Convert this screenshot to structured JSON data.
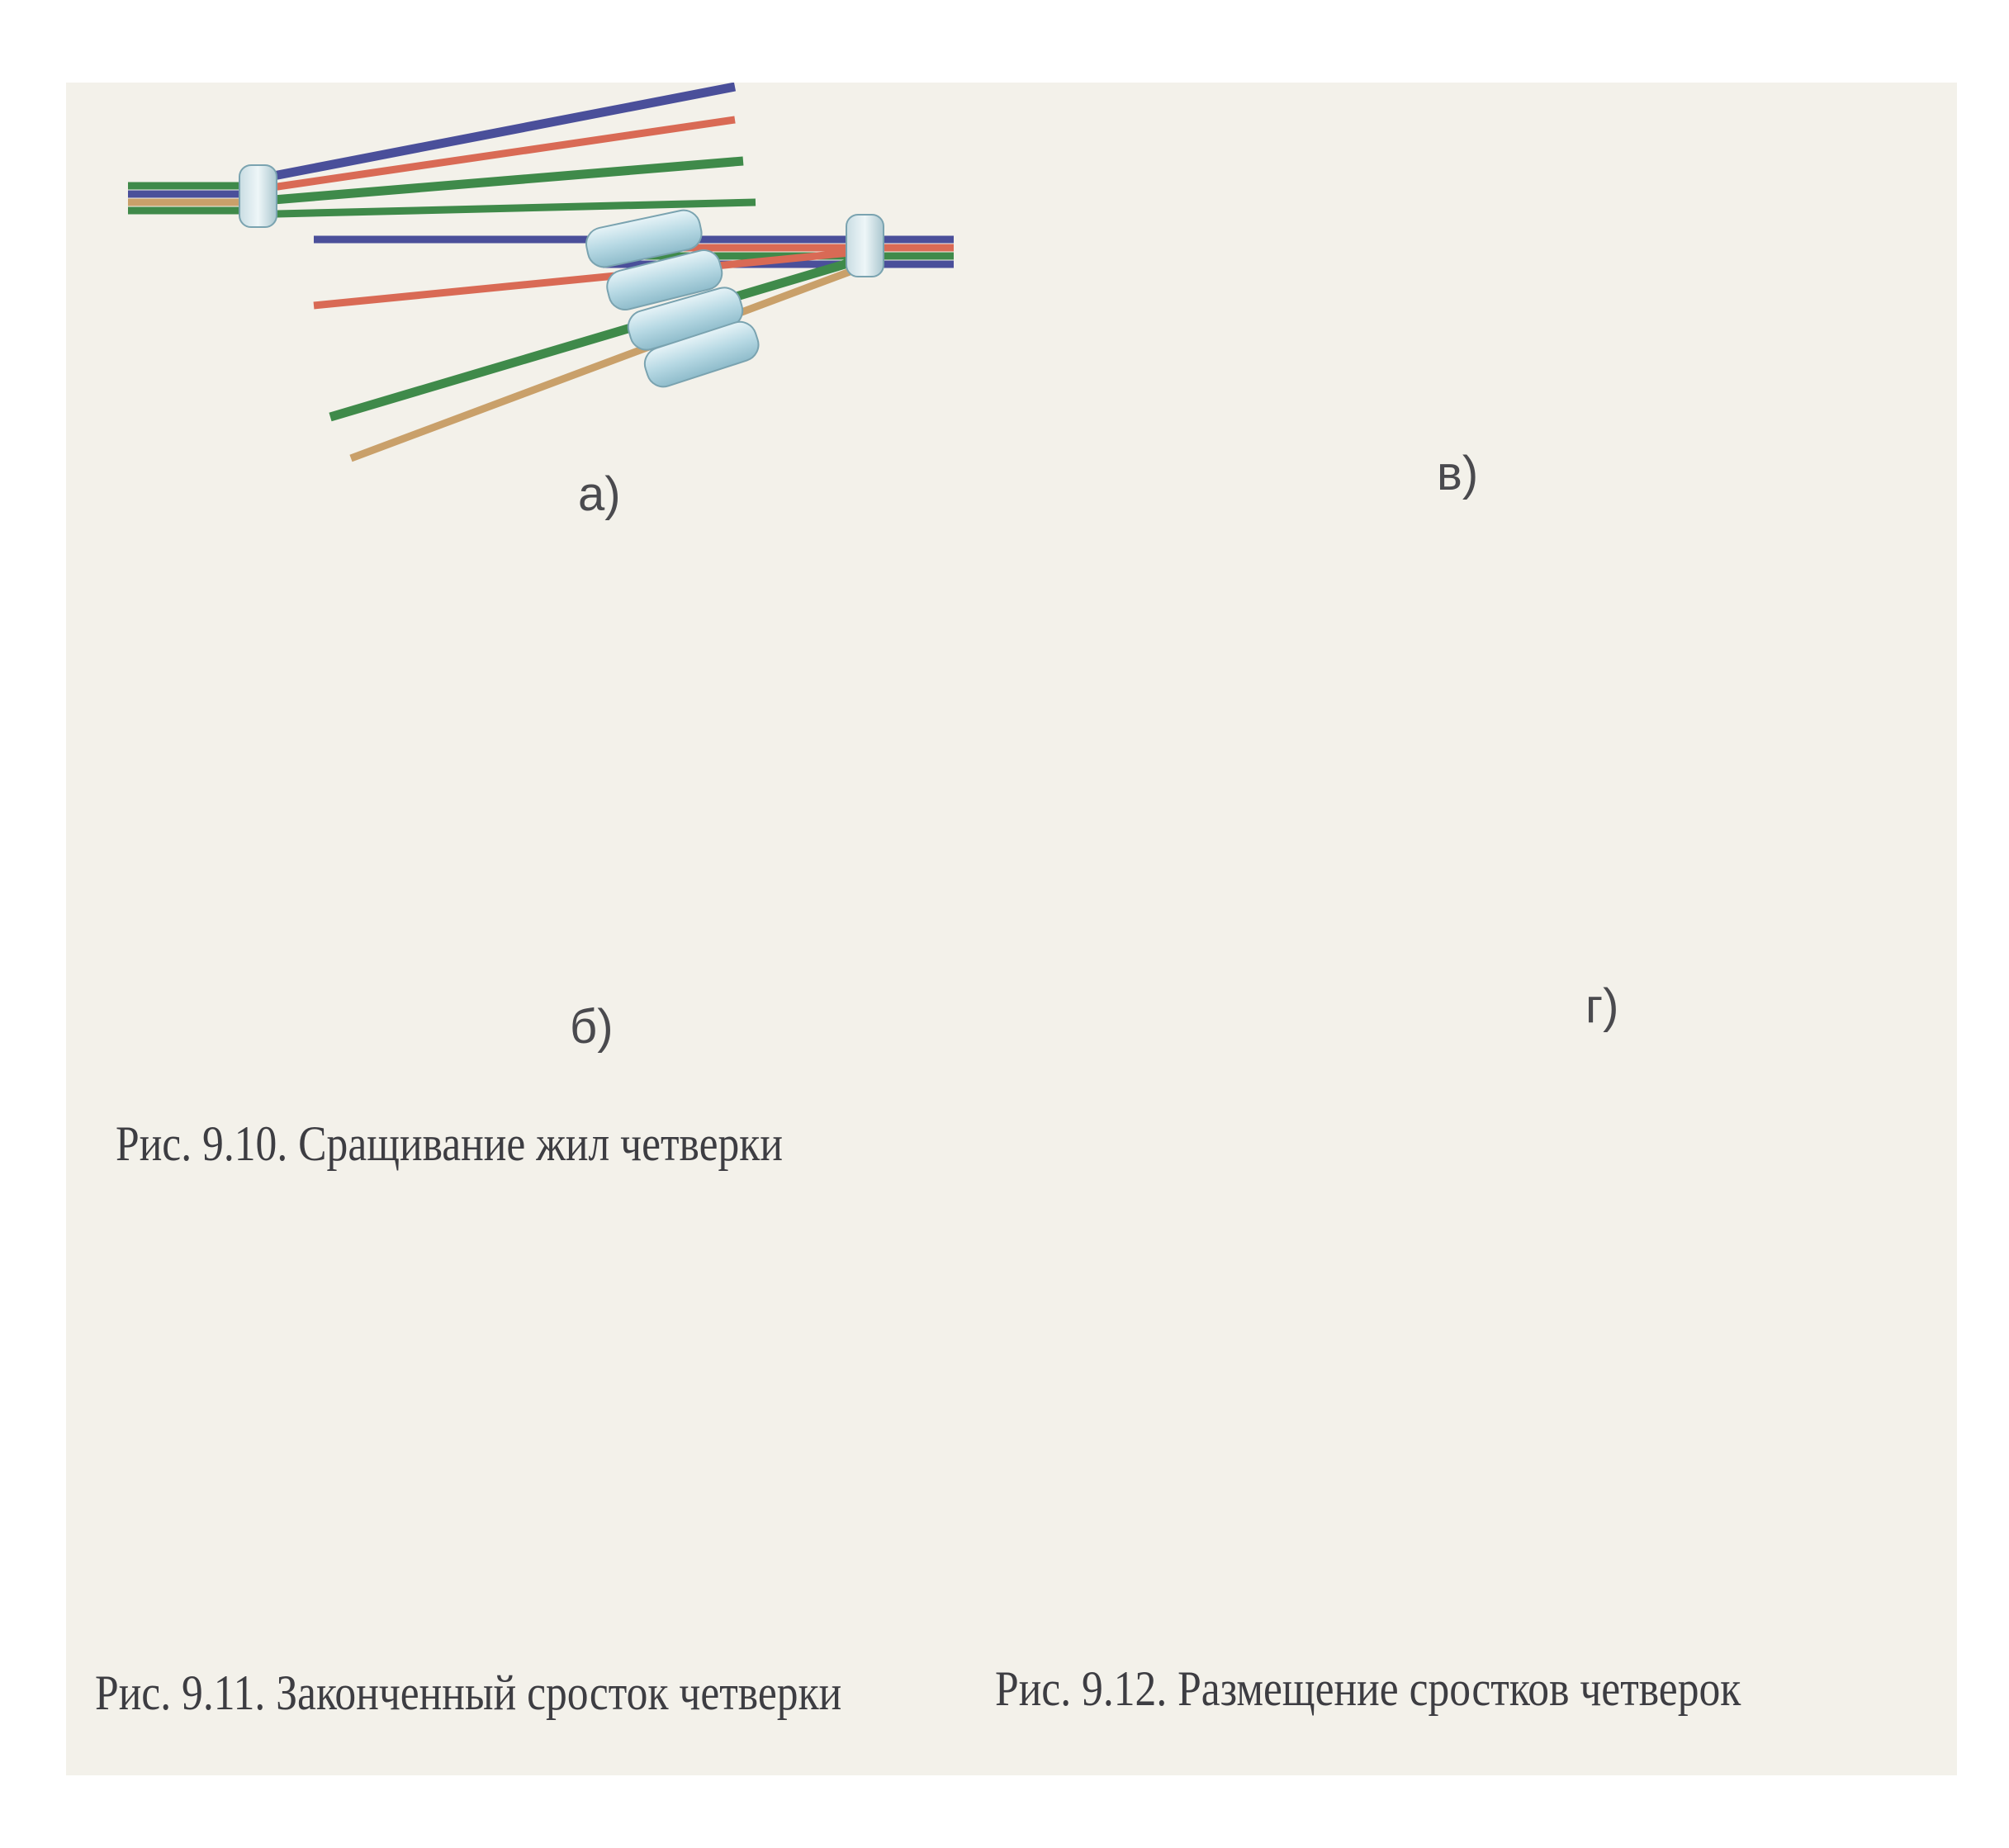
{
  "figure_labels": {
    "a": "а)",
    "v": "в)",
    "b": "б)",
    "g": "г)"
  },
  "captions": {
    "fig_9_10": "Рис. 9.10. Сращивание жил четверки",
    "fig_9_11": "Рис. 9.11. Законченный сросток четверки",
    "fig_9_12": "Рис. 9.12. Размещение сростков четверок"
  },
  "colors": {
    "paper": "#f3f1ea",
    "sleeve": "#b9dbe6",
    "wire_red": "#d96a55",
    "wire_green": "#3f8a4a",
    "wire_blue": "#4a4f9a",
    "wire_tan": "#c9a06a"
  }
}
